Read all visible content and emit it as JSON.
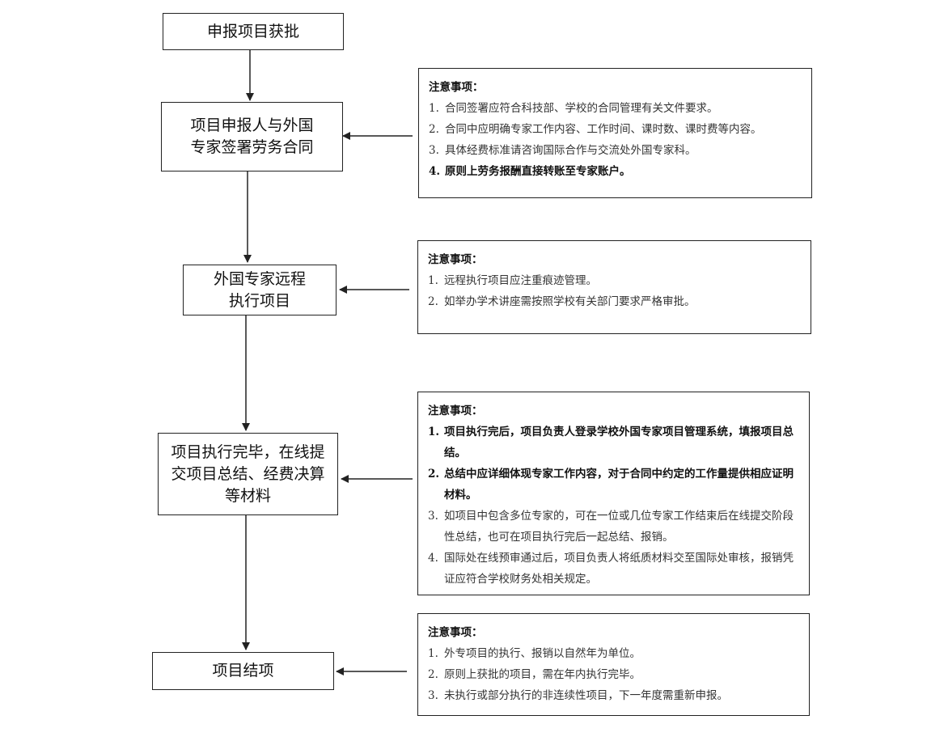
{
  "steps": [
    {
      "id": "approval",
      "lines": [
        "申报项目获批"
      ]
    },
    {
      "id": "contract",
      "lines": [
        "项目申报人与外国",
        "专家签署劳务合同"
      ]
    },
    {
      "id": "execute",
      "lines": [
        "外国专家远程",
        "执行项目"
      ]
    },
    {
      "id": "submit",
      "lines": [
        "项目执行完毕，在线提",
        "交项目总结、经费决算",
        "等材料"
      ]
    },
    {
      "id": "close",
      "lines": [
        "项目结项"
      ]
    }
  ],
  "notes": [
    {
      "title": "注意事项：",
      "items": [
        {
          "num": "1.",
          "text": "合同签署应符合科技部、学校的合同管理有关文件要求。",
          "bold": false
        },
        {
          "num": "2.",
          "text": "合同中应明确专家工作内容、工作时间、课时数、课时费等内容。",
          "bold": false
        },
        {
          "num": "3.",
          "text": "具体经费标准请咨询国际合作与交流处外国专家科。",
          "bold": false
        },
        {
          "num": "4.",
          "text": "原则上劳务报酬直接转账至专家账户。",
          "bold": true
        }
      ]
    },
    {
      "title": "注意事项：",
      "items": [
        {
          "num": "1.",
          "text": "远程执行项目应注重痕迹管理。",
          "bold": false
        },
        {
          "num": "2.",
          "text": "如举办学术讲座需按照学校有关部门要求严格审批。",
          "bold": false
        }
      ]
    },
    {
      "title": "注意事项：",
      "items": [
        {
          "num": "1.",
          "text": "项目执行完后，项目负责人登录学校外国专家项目管理系统，填报项目总结。",
          "bold": true
        },
        {
          "num": "2.",
          "text": "总结中应详细体现专家工作内容，对于合同中约定的工作量提供相应证明材料。",
          "bold": true
        },
        {
          "num": "3.",
          "text": "如项目中包含多位专家的，可在一位或几位专家工作结束后在线提交阶段性总结，也可在项目执行完后一起总结、报销。",
          "bold": false
        },
        {
          "num": "4.",
          "text": "国际处在线预审通过后，项目负责人将纸质材料交至国际处审核，报销凭证应符合学校财务处相关规定。",
          "bold": false
        }
      ]
    },
    {
      "title": "注意事项：",
      "items": [
        {
          "num": "1.",
          "text": "外专项目的执行、报销以自然年为单位。",
          "bold": false
        },
        {
          "num": "2.",
          "text": "原则上获批的项目，需在年内执行完毕。",
          "bold": false
        },
        {
          "num": "3.",
          "text": "未执行或部分执行的非连续性项目，下一年度需重新申报。",
          "bold": false
        }
      ]
    }
  ]
}
